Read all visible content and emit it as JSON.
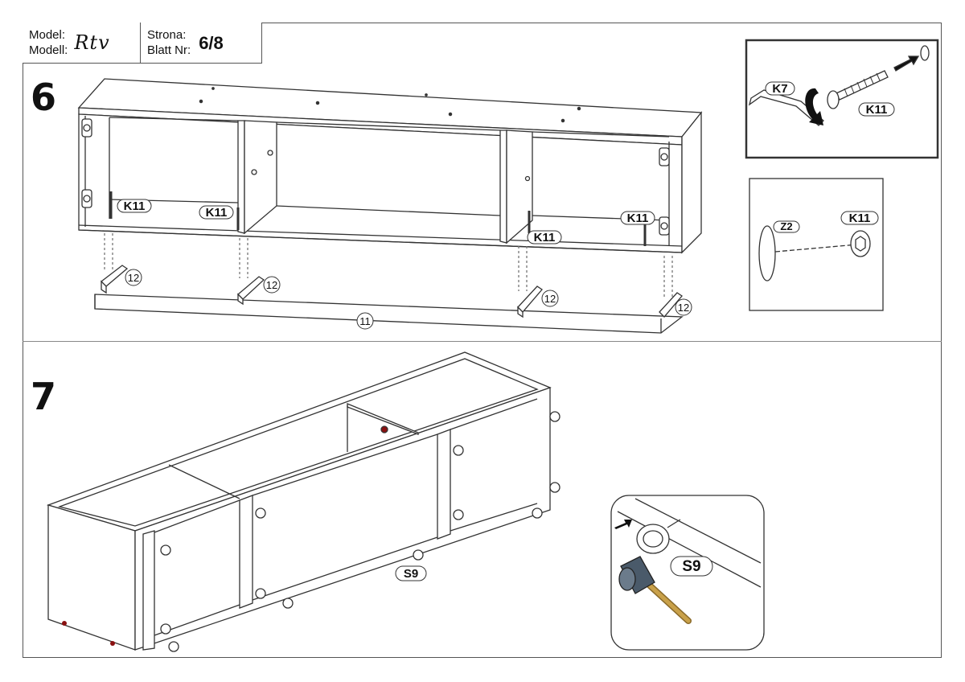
{
  "header": {
    "model_label": "Model:",
    "modell_label": "Modell:",
    "brand_logo": "Rtv",
    "strona_label": "Strona:",
    "blatt_label": "Blatt Nr:",
    "page": "6/8"
  },
  "steps": {
    "step6": {
      "number": "6",
      "labels": {
        "k11_a": "K11",
        "k11_b": "K11",
        "k11_c": "K11",
        "k11_d": "K11",
        "p12_a": "12",
        "p12_b": "12",
        "p12_c": "12",
        "p12_d": "12",
        "p11": "11"
      },
      "inset_tool": {
        "k7": "K7",
        "k11": "K11"
      },
      "inset_parts": {
        "z2": "Z2",
        "k11": "K11"
      }
    },
    "step7": {
      "number": "7",
      "labels": {
        "s9": "S9"
      },
      "inset_hammer": {
        "s9": "S9"
      }
    }
  },
  "colors": {
    "line": "#333333",
    "fill": "#ffffff",
    "accent_red": "#8a1010",
    "wood": "#c9a14a",
    "hammer": "#4a5a6a"
  }
}
